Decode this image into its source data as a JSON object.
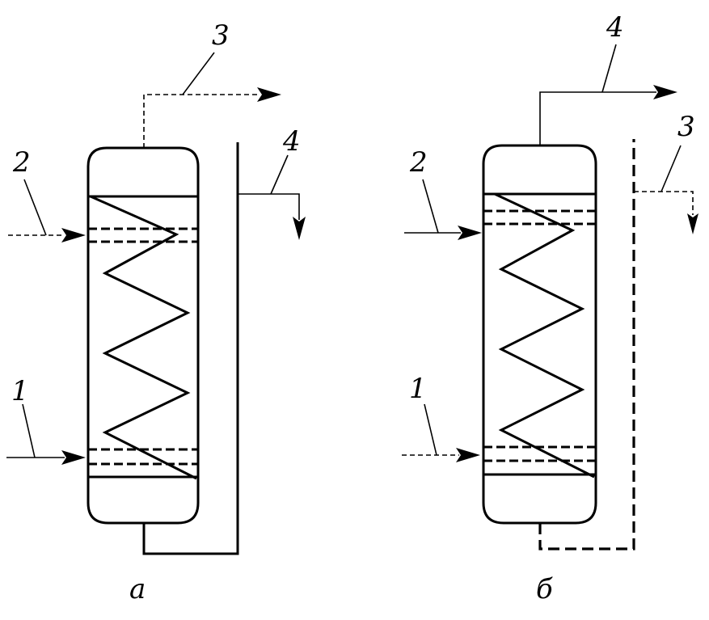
{
  "diagram": {
    "panels": [
      {
        "caption": "а",
        "labels": {
          "stream_1": "1",
          "stream_2": "2",
          "top_outlet": "3",
          "side_outlet": "4"
        }
      },
      {
        "caption": "б",
        "labels": {
          "stream_1": "1",
          "stream_2": "2",
          "top_outlet": "4",
          "side_outlet": "3"
        }
      }
    ]
  }
}
